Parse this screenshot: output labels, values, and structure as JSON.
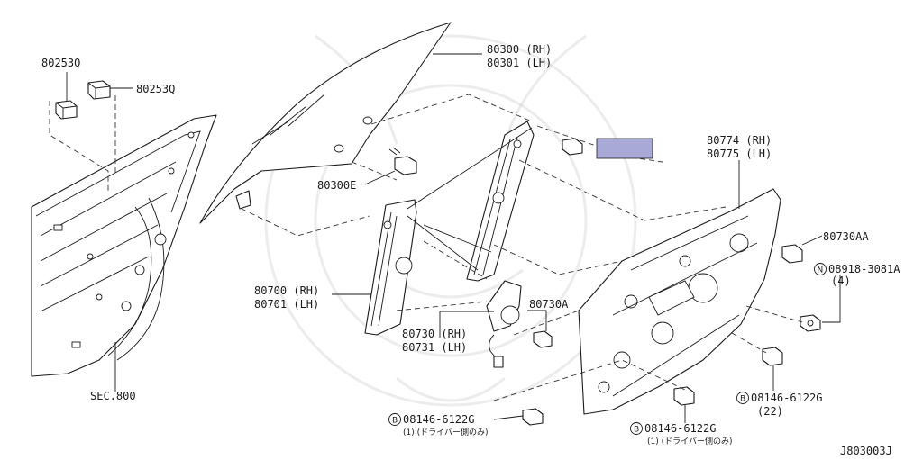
{
  "diagram": {
    "parts": {
      "clip_top": "80253Q",
      "clip_side": "80253Q",
      "glass_rh": "80300 (RH)",
      "glass_lh": "80301 (LH)",
      "glass_bolt": "80300E",
      "regulator_rh": "80700 (RH)",
      "regulator_lh": "80701 (LH)",
      "motor_rh": "80730 (RH)",
      "motor_lh": "80731 (LH)",
      "motor_screw": "80730A",
      "module_rh": "80774 (RH)",
      "module_lh": "80775 (LH)",
      "module_screw": "80730AA",
      "nut_code": "08918-3081A",
      "nut_qty": "(4)",
      "bolt_a_code": "08146-6122G",
      "bolt_a_qty": "(22)",
      "bolt_b_code": "08146-6122G",
      "bolt_b_note": "(1) (ドライバー側のみ)",
      "bolt_c_code": "08146-6122G",
      "bolt_c_note": "(1) (ドライバー側のみ)",
      "door_ref": "SEC.800"
    },
    "markers": {
      "bolt_marker": "B",
      "nut_marker": "N"
    },
    "highlight_color": "#a9a9d8",
    "footer_code": "J803003J"
  }
}
